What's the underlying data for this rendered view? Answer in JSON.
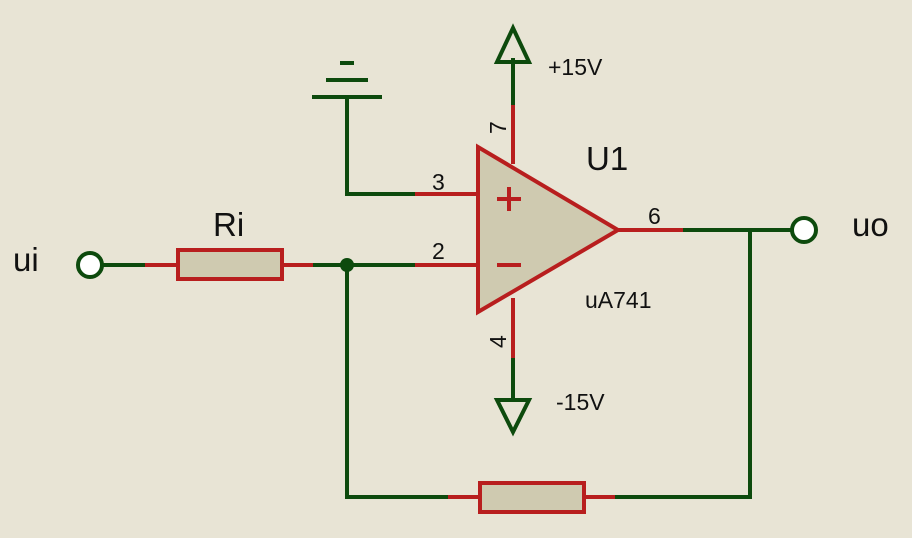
{
  "labels": {
    "input_terminal": "ui",
    "output_terminal": "uo",
    "input_resistor": "Ri",
    "opamp_ref": "U1",
    "opamp_part": "uA741",
    "pos_supply": "+15V",
    "neg_supply": "-15V",
    "pin_noninv": "3",
    "pin_inv": "2",
    "pin_out": "6",
    "pin_vpos": "7",
    "pin_vneg": "4"
  },
  "colors": {
    "background": "#e8e4d5",
    "wire": "#0d4a0d",
    "pin": "#b81e1e",
    "component_fill": "#cfcab0"
  }
}
